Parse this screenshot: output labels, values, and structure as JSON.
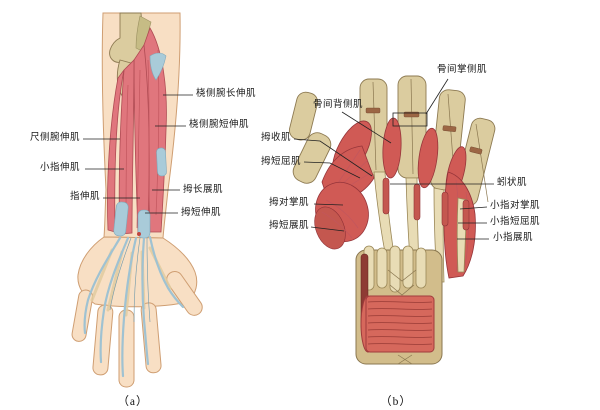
{
  "palette": {
    "background": "#FFFFFF",
    "skin": "#F8DFC4",
    "skin_outline": "#CF9E72",
    "bone": "#DBCC9F",
    "bone_dark": "#D2BD8B",
    "bone_outline": "#8D7A52",
    "muscle_red": "#E0767D",
    "muscle_red_deep": "#D05A55",
    "muscle_outline": "#AF4B53",
    "tendon_blue": "#A9CBD9",
    "tendon_cream": "#E8DCB5",
    "leader_line": "#222222",
    "label_text": "#1A1A1A"
  },
  "panels": [
    {
      "id": "a",
      "caption": "（a）",
      "labels": [
        {
          "text": "桡侧腕长伸肌"
        },
        {
          "text": "桡侧腕短伸肌"
        },
        {
          "text": "尺侧腕伸肌"
        },
        {
          "text": "小指伸肌"
        },
        {
          "text": "指伸肌"
        },
        {
          "text": "拇长展肌"
        },
        {
          "text": "拇短伸肌"
        }
      ]
    },
    {
      "id": "b",
      "caption": "（b）",
      "labels": [
        {
          "text": "骨间掌侧肌"
        },
        {
          "text": "骨间背侧肌"
        },
        {
          "text": "拇收肌"
        },
        {
          "text": "拇短屈肌"
        },
        {
          "text": "拇对掌肌"
        },
        {
          "text": "拇短展肌"
        },
        {
          "text": "蚓状肌"
        },
        {
          "text": "小指对掌肌"
        },
        {
          "text": "小指短屈肌"
        },
        {
          "text": "小指展肌"
        }
      ]
    }
  ]
}
